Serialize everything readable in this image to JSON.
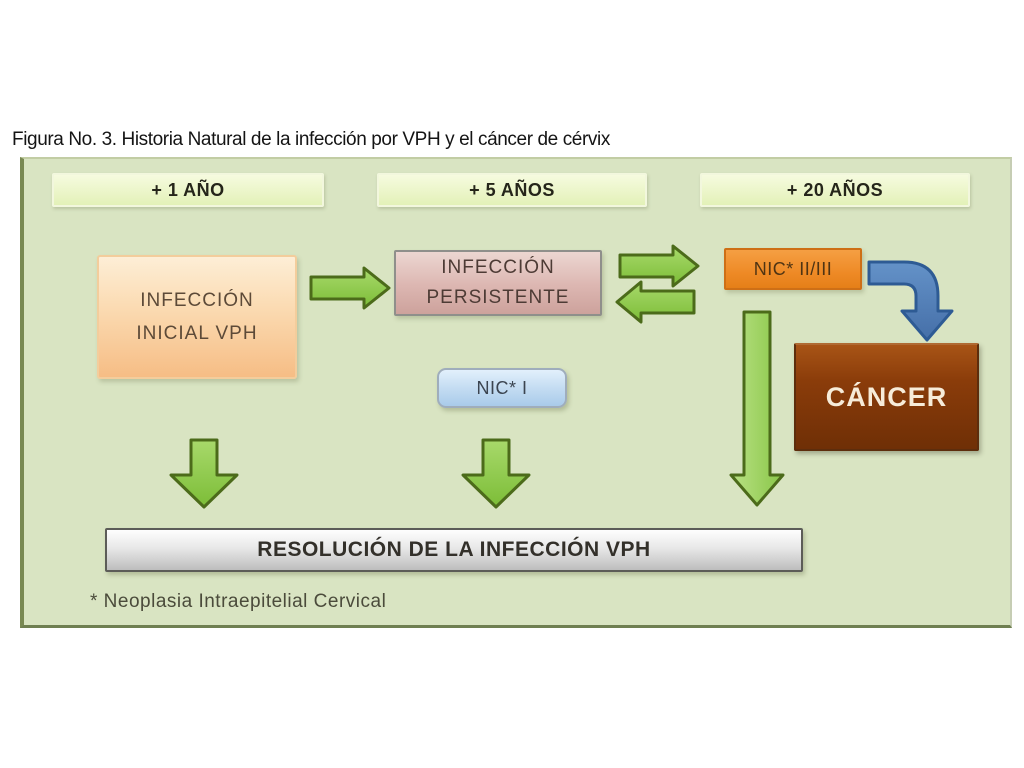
{
  "figure": {
    "title": "Figura No. 3. Historia Natural de la infección por VPH y el cáncer de cérvix",
    "footnote": "* Neoplasia Intraepitelial Cervical"
  },
  "timeline": [
    {
      "label": "+ 1 AÑO"
    },
    {
      "label": "+ 5 AÑOS"
    },
    {
      "label": "+ 20 AÑOS"
    }
  ],
  "nodes": {
    "initial_infection": {
      "line1": "INFECCIÓN",
      "line2": "INICIAL VPH"
    },
    "persistent_infection": {
      "line1": "INFECCIÓN",
      "line2": "PERSISTENTE"
    },
    "nic23": {
      "label": "NIC* II/III"
    },
    "nic1": {
      "label": "NIC* I"
    },
    "cancer": {
      "label": "CÁNCER"
    },
    "resolution": {
      "label": "RESOLUCIÓN DE LA INFECCIÓN VPH"
    }
  },
  "arrows": [
    {
      "name": "initial-to-persistent",
      "direction": "right",
      "color": "#8cc63f"
    },
    {
      "name": "persistent-to-nic23",
      "direction": "right",
      "color": "#8cc63f"
    },
    {
      "name": "nic23-to-persistent",
      "direction": "left",
      "color": "#8cc63f"
    },
    {
      "name": "nic23-to-cancer",
      "direction": "elbow-down",
      "color": "#4f81bd"
    },
    {
      "name": "nic23-to-resolution",
      "direction": "down",
      "color": "#9ed05e"
    },
    {
      "name": "initial-to-resolution",
      "direction": "down",
      "color": "#8cc63f"
    },
    {
      "name": "nic1-to-resolution",
      "direction": "down",
      "color": "#8cc63f"
    }
  ],
  "colors": {
    "canvas_bg": "#d9e4c2",
    "year_box": "#e9f4c8",
    "initial_box": "#f9d5a7",
    "persistent_box": "#d9b3ae",
    "nic23_box": "#ee8a26",
    "nic1_box": "#bdd9f2",
    "cancer_box": "#7e3507",
    "resolution_bar": "#d9d9d9",
    "arrow_green": "#8cc63f",
    "arrow_blue": "#4f81bd"
  }
}
